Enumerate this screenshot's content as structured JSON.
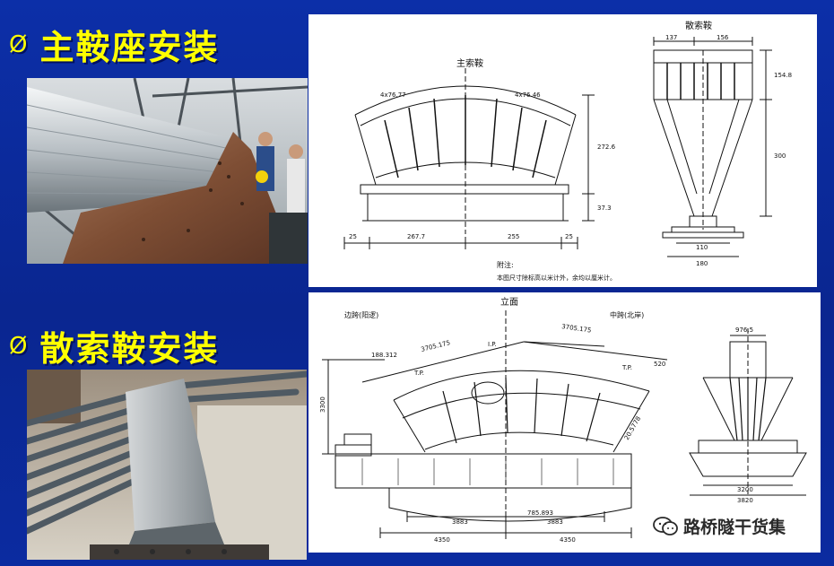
{
  "sections": [
    {
      "bullet": "Ø",
      "title": "主鞍座安装"
    },
    {
      "bullet": "Ø",
      "title": "散索鞍安装"
    }
  ],
  "drawing_top_left": {
    "title": "主索鞍",
    "dims": [
      "4x76.77",
      "4x76.46",
      "25",
      "267.7",
      "255",
      "25",
      "272.6",
      "37.3"
    ],
    "note_label": "附注:",
    "note_text": "本图尺寸除标高以米计外，余均以厘米计。"
  },
  "drawing_top_right": {
    "title": "散索鞍",
    "dims": [
      "137",
      "156",
      "154.8",
      "300",
      "110",
      "180"
    ]
  },
  "drawing_bottom_left": {
    "title": "立面",
    "left_label": "边跨(阳逻)",
    "right_label": "中跨(北岸)",
    "dims": [
      "188.312",
      "3705.175",
      "3705.175",
      "T.P.",
      "I.P.",
      "T.P.",
      "520",
      "3300",
      "20.5778",
      "785.893",
      "3883",
      "3883",
      "4350",
      "4350"
    ]
  },
  "drawing_bottom_right": {
    "dims": [
      "976.5",
      "3200",
      "3820"
    ]
  },
  "watermark": {
    "text": "路桥隧干货集"
  }
}
